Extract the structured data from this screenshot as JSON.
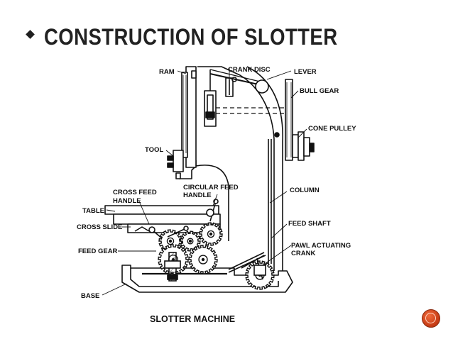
{
  "slide": {
    "title": "CONSTRUCTION OF SLOTTER",
    "caption": "SLOTTER MACHINE"
  },
  "labels": {
    "ram": "RAM",
    "crank_disc": "CRANK DISC",
    "lever": "LEVER",
    "bull_gear": "BULL GEAR",
    "cone_pulley": "CONE PULLEY",
    "tool": "TOOL",
    "column": "COLUMN",
    "cross_feed_1": "CROSS FEED",
    "cross_feed_2": "HANDLE",
    "circular_feed_1": "CIRCULAR FEED",
    "circular_feed_2": "HANDLE",
    "table": "TABLE",
    "cross_slide": "CROSS SLIDE",
    "feed_shaft": "FEED SHAFT",
    "feed_gear": "FEED GEAR",
    "pawl_1": "PAWL ACTUATING",
    "pawl_2": "CRANK",
    "base": "BASE"
  },
  "colors": {
    "ink": "#111111",
    "nav_button": "#d9481c"
  },
  "icons": {
    "bullet": "diamond-bullet-icon",
    "nav": "circle-nav-icon"
  }
}
